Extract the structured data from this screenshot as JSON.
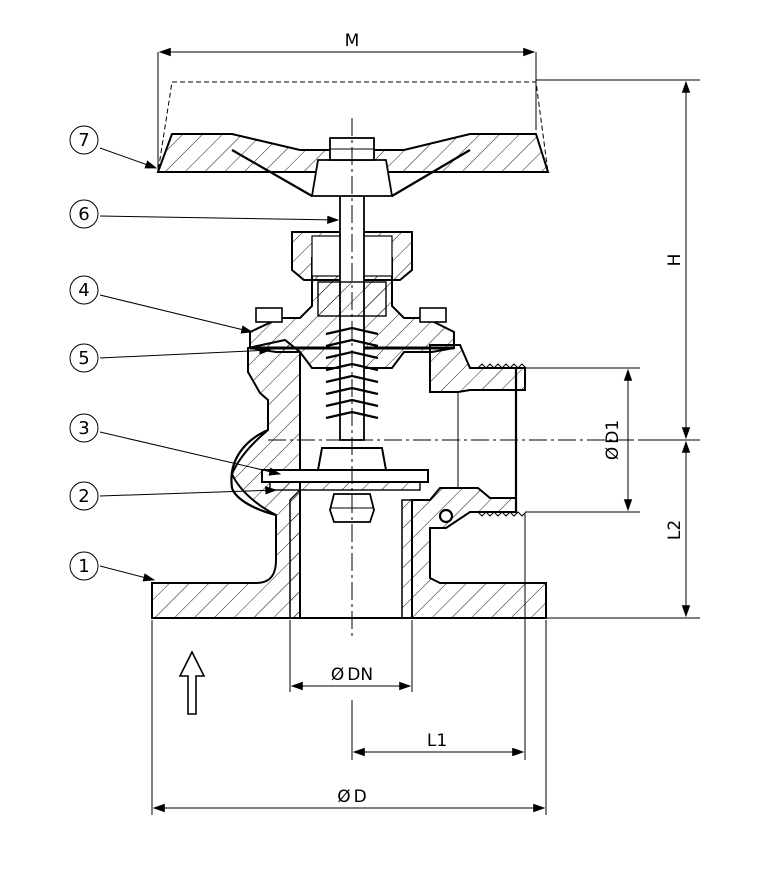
{
  "dimensions": {
    "M": "M",
    "H": "H",
    "L2": "L2",
    "D1": "D1",
    "DN": "DN",
    "L1": "L1",
    "D": "D",
    "diameter_symbol": "Ø"
  },
  "balloons": [
    "1",
    "2",
    "3",
    "4",
    "5",
    "6",
    "7"
  ],
  "flow_direction_icon": "arrow-up-icon"
}
